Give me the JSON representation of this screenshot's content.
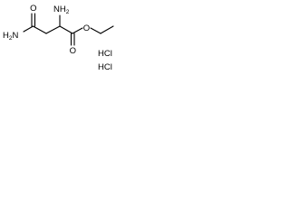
{
  "molecule": {
    "labels": {
      "o_amide": "O",
      "n_amide": "H",
      "n_amide_sub": "2",
      "n_amide_tail": "N",
      "n_amine": "NH",
      "n_amine_sub": "2",
      "o_carbonyl": "O",
      "o_ester": "O",
      "salt_1": "HCl",
      "salt_2": "HCl"
    }
  }
}
